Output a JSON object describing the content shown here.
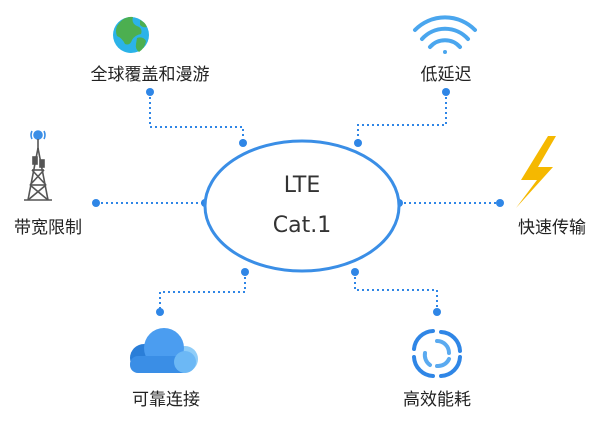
{
  "center": {
    "line1": "LTE",
    "line2": "Cat.1"
  },
  "features": {
    "global_coverage": "全球覆盖和漫游",
    "low_latency": "低延迟",
    "bandwidth_limit": "带宽限制",
    "fast_transfer": "快速传输",
    "reliable_connection": "可靠连接",
    "low_power": "高效能耗"
  },
  "colors": {
    "accent": "#2f86e6",
    "ellipse_stroke": "#3a8ee6",
    "bolt": "#f5b800",
    "cloud_dark": "#2a7ed8",
    "cloud_light": "#6cb8f5"
  },
  "icons": {
    "global_coverage": "globe-icon",
    "low_latency": "wifi-icon",
    "bandwidth_limit": "cell-tower-icon",
    "fast_transfer": "lightning-bolt-icon",
    "reliable_connection": "cloud-icon",
    "low_power": "swirl-icon"
  }
}
